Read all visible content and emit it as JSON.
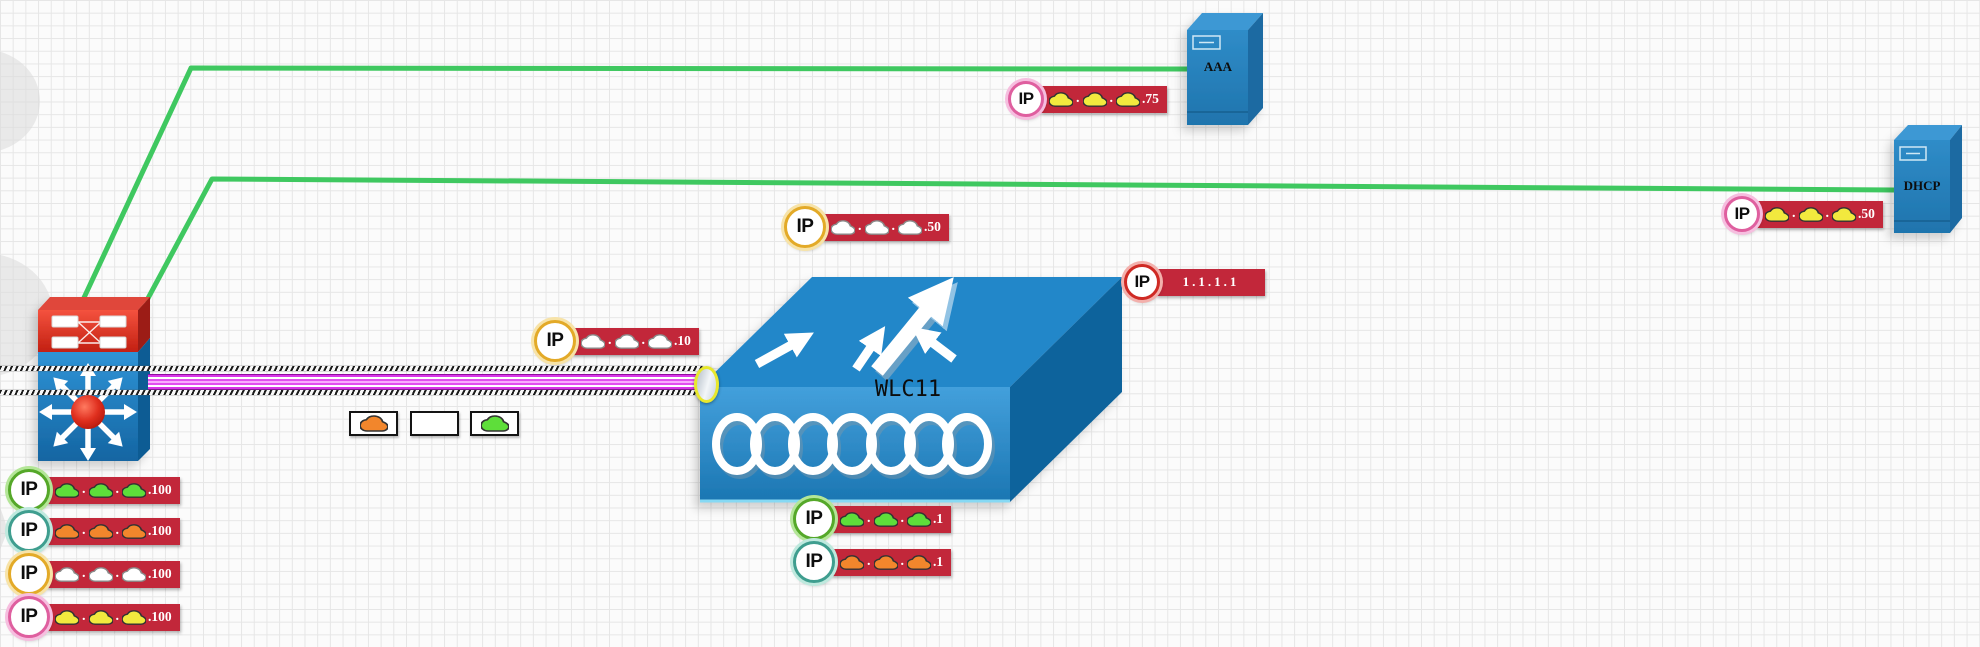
{
  "app": {
    "type": "network-topology-canvas"
  },
  "devices": {
    "switch": {
      "label": "",
      "type": "multilayer-switch"
    },
    "wlc": {
      "label": "WLC11",
      "type": "wireless-lan-controller"
    },
    "aaa": {
      "label": "AAA",
      "type": "server"
    },
    "dhcp": {
      "label": "DHCP",
      "type": "server"
    }
  },
  "badge_text": "IP",
  "colors": {
    "link_green": "#3fc860",
    "label_box_red": "#c2273a",
    "tunnel_magenta": "#e24ff0",
    "cloud_yellow": "#f2e93e",
    "cloud_green": "#5ede3a",
    "cloud_orange": "#f2862c",
    "cloud_white": "#ffffff"
  },
  "ip_labels": [
    {
      "id": "aaa-ip",
      "ring": "#df5f9f",
      "ring_light": "#f6bedf",
      "clouds": [
        "#f2e93e",
        "#f2e93e",
        "#f2e93e"
      ],
      "octet": ".75"
    },
    {
      "id": "dhcp-ip",
      "ring": "#df5f9f",
      "ring_light": "#f6bedf",
      "clouds": [
        "#f2e93e",
        "#f2e93e",
        "#f2e93e"
      ],
      "octet": ".50"
    },
    {
      "id": "mid-50",
      "ring": "#e3aa28",
      "ring_light": "#f7e3a8",
      "clouds": [
        "#ffffff",
        "#ffffff",
        "#ffffff"
      ],
      "octet": ".50"
    },
    {
      "id": "mid-10",
      "ring": "#e3aa28",
      "ring_light": "#f7e3a8",
      "clouds": [
        "#ffffff",
        "#ffffff",
        "#ffffff"
      ],
      "octet": ".10"
    },
    {
      "id": "wlc-ip",
      "ring": "#cf2a24",
      "ring_light": "#f3b0ac",
      "text": "1.1.1.1"
    },
    {
      "id": "wlc-green",
      "ring": "#55a829",
      "ring_light": "#b4e698",
      "clouds": [
        "#5ede3a",
        "#5ede3a",
        "#5ede3a"
      ],
      "octet": ".1"
    },
    {
      "id": "wlc-orange",
      "ring": "#3f9e8f",
      "ring_light": "#bfe9de",
      "clouds": [
        "#f2862c",
        "#f2862c",
        "#f2862c"
      ],
      "octet": ".1"
    },
    {
      "id": "sw-green",
      "ring": "#55a829",
      "ring_light": "#b4e698",
      "clouds": [
        "#5ede3a",
        "#5ede3a",
        "#5ede3a"
      ],
      "octet": ".100"
    },
    {
      "id": "sw-orange",
      "ring": "#3f9e8f",
      "ring_light": "#bfe9de",
      "clouds": [
        "#f2862c",
        "#f2862c",
        "#f2862c"
      ],
      "octet": ".100"
    },
    {
      "id": "sw-white",
      "ring": "#e3aa28",
      "ring_light": "#f7e3a8",
      "clouds": [
        "#ffffff",
        "#ffffff",
        "#ffffff"
      ],
      "octet": ".100"
    },
    {
      "id": "sw-yellow",
      "ring": "#df5f9f",
      "ring_light": "#f6bedf",
      "clouds": [
        "#f2e93e",
        "#f2e93e",
        "#f2e93e"
      ],
      "octet": ".100"
    }
  ],
  "legend": {
    "boxes": [
      {
        "cloud": "#f2862c"
      },
      {
        "cloud": null
      },
      {
        "cloud": "#5ede3a"
      }
    ]
  }
}
